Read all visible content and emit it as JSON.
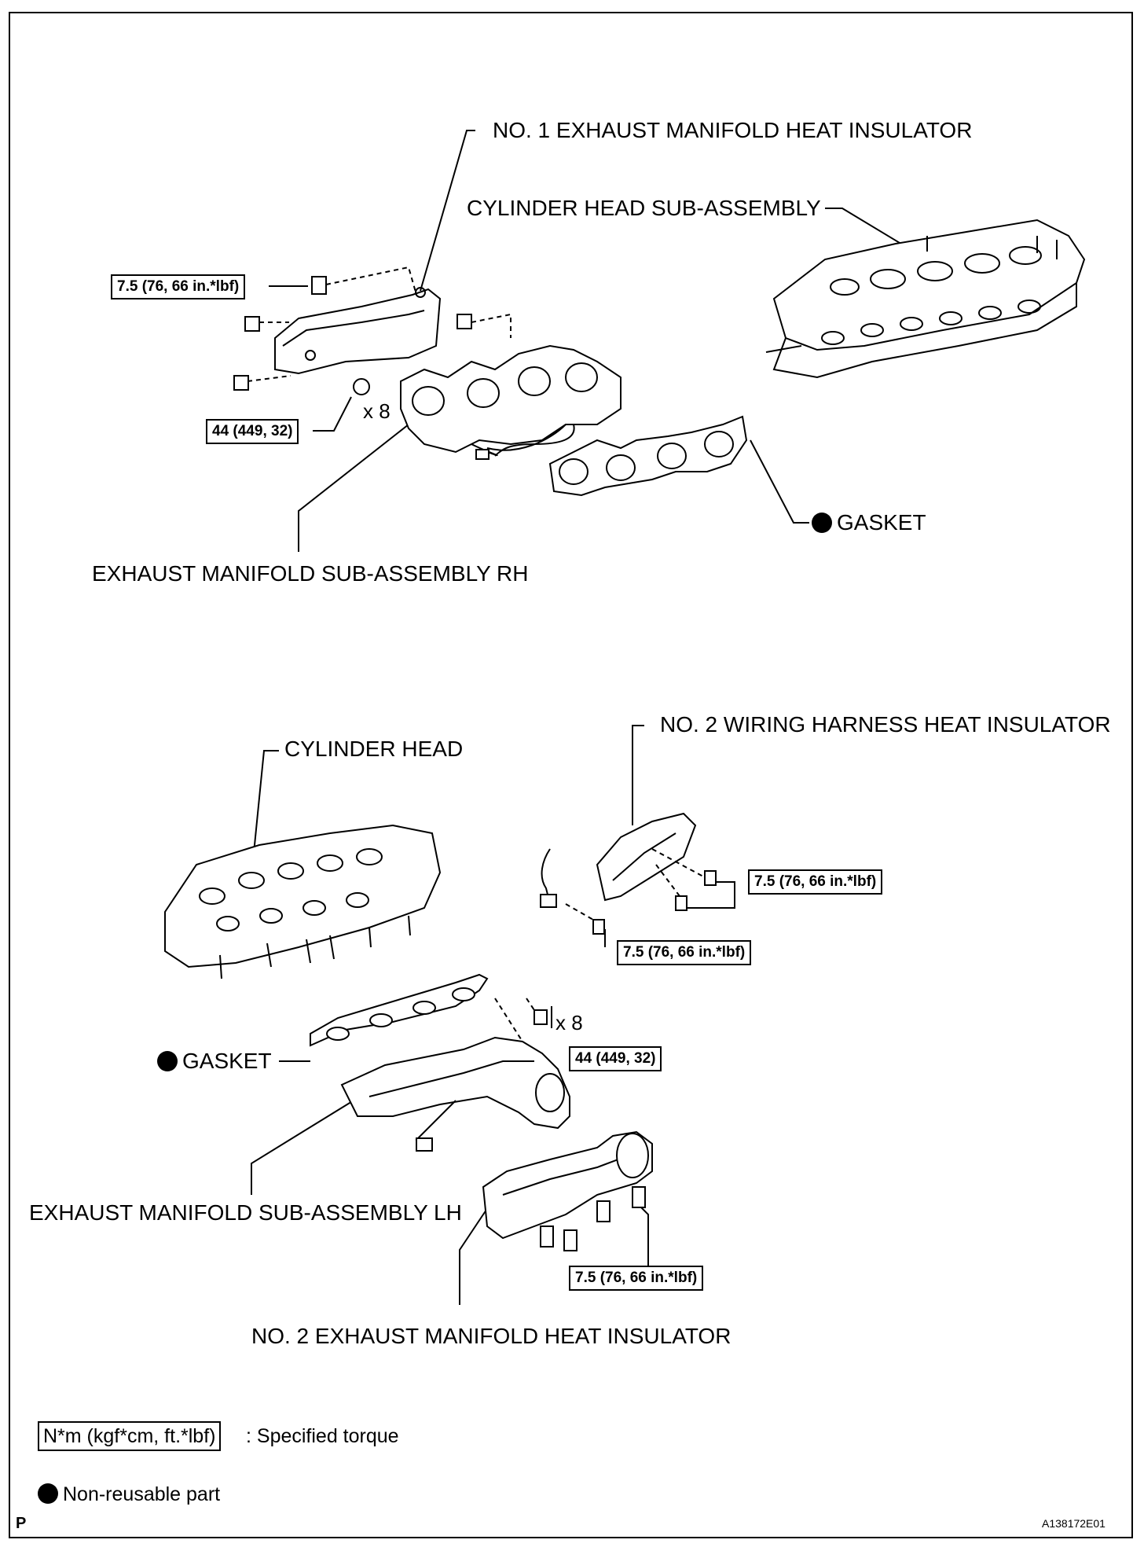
{
  "labels": {
    "no1_insulator": "NO. 1 EXHAUST MANIFOLD HEAT INSULATOR",
    "cyl_head_sub": "CYLINDER HEAD SUB-ASSEMBLY",
    "gasket_rh": "GASKET",
    "manifold_rh": "EXHAUST MANIFOLD SUB-ASSEMBLY RH",
    "cyl_head": "CYLINDER HEAD",
    "no2_wiring": "NO. 2 WIRING HARNESS HEAT INSULATOR",
    "gasket_lh": "GASKET",
    "manifold_lh": "EXHAUST MANIFOLD SUB-ASSEMBLY LH",
    "no2_insulator": "NO. 2 EXHAUST MANIFOLD HEAT INSULATOR"
  },
  "torques": {
    "rh_insulator_bolt": "7.5 (76, 66 in.*lbf)",
    "rh_nut": "44 (449, 32)",
    "wiring_bolt_a": "7.5 (76, 66 in.*lbf)",
    "wiring_bolt_b": "7.5 (76, 66 in.*lbf)",
    "lh_nut": "44 (449, 32)",
    "lh_insulator_bolt": "7.5 (76, 66 in.*lbf)"
  },
  "quantities": {
    "rh_nuts": "x 8",
    "lh_nuts": "x 8"
  },
  "legend": {
    "torque_unit": "N*m (kgf*cm, ft.*lbf)",
    "torque_desc": ": Specified torque",
    "nonreusable_desc": "Non-reusable part"
  },
  "footer": {
    "left_mark": "P",
    "figure_id": "A138172E01"
  },
  "icons": [
    "non-reusable-dot-icon"
  ]
}
